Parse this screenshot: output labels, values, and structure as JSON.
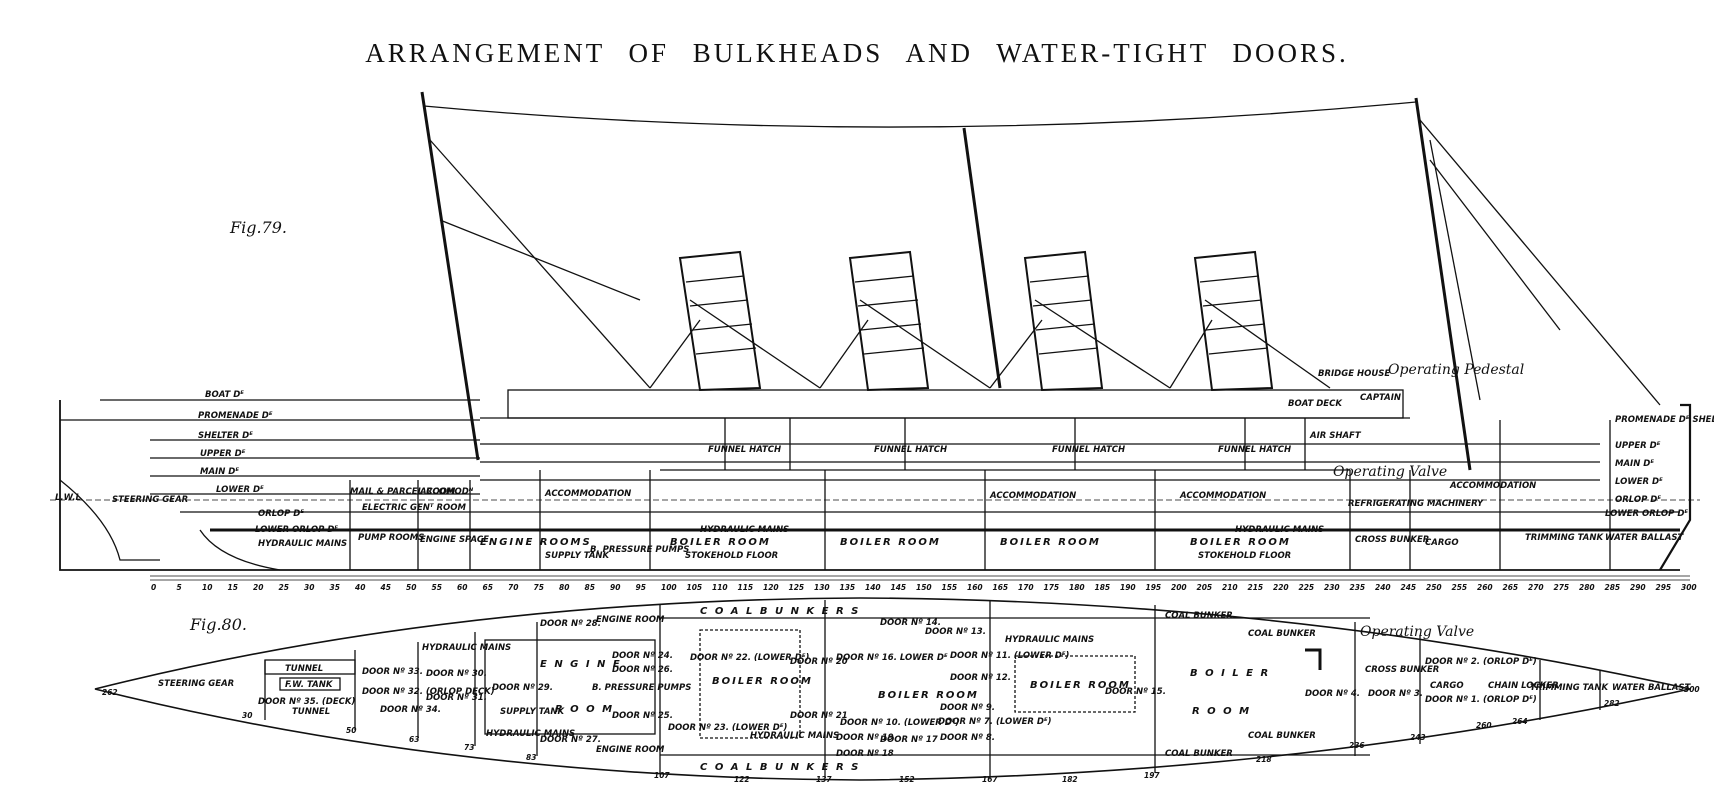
{
  "title": "ARRANGEMENT OF BULKHEADS AND WATER-TIGHT DOORS.",
  "fig79": {
    "label": "Fig.79.",
    "decks": [
      "BOAT Dᴱ",
      "PROMENADE Dᴱ",
      "SHELTER Dᴱ",
      "UPPER Dᴱ",
      "MAIN Dᴱ",
      "LOWER Dᴱ",
      "ORLOP Dᴱ",
      "LOWER ORLOP Dᴱ"
    ],
    "decks_fwd": [
      "PROMENADE Dᴱ SHELTER Dᴱ",
      "UPPER Dᴱ",
      "MAIN Dᴱ",
      "LOWER Dᴱ",
      "ORLOP Dᴱ",
      "LOWER ORLOP Dᴱ"
    ],
    "lwl": "L.W.L",
    "steering_gear": "STEERING GEAR",
    "hydraulic_mains_aft": "HYDRAULIC MAINS",
    "mail_room": "MAIL & PARCEL ROOM",
    "electric_room": "ELECTRIC GENᵀ ROOM",
    "accomodn_aft": "ACCOMODᴺ",
    "accommodation": "ACCOMMODATION",
    "accommodation_mid": "ACCOMMODATION",
    "accommodation_fwd": "ACCOMMODATION",
    "accommodation_bow": "ACCOMMODATION",
    "pump_rooms": "PUMP ROOMS",
    "engine_space": "ENGINE SPACE",
    "engine_rooms": "ENGINE ROOMS",
    "supply_tank": "SUPPLY TANK",
    "pumps": "B. PRESSURE PUMPS",
    "boiler_room": "BOILER ROOM",
    "hydraulic_mains": "HYDRAULIC MAINS",
    "stokehold_floor": "STOKEHOLD FLOOR",
    "funnel_hatch": "FUNNEL HATCH",
    "bridge_house": "BRIDGE HOUSE",
    "captain": "CAPTAIN",
    "boat_deck": "BOAT DECK",
    "air_shaft": "AIR SHAFT",
    "refrigerating": "REFRIGERATING MACHINERY",
    "cross_bunker": "CROSS BUNKER",
    "cargo": "CARGO",
    "trimming_tank": "TRIMMING TANK",
    "water_ballast": "WATER BALLAST",
    "operating_pedestal": "Operating Pedestal",
    "operating_valve": "Operating Valve",
    "frame_numbers": [
      "0",
      "5",
      "10",
      "15",
      "20",
      "25",
      "30",
      "35",
      "40",
      "45",
      "50",
      "55",
      "60",
      "65",
      "70",
      "75",
      "80",
      "85",
      "90",
      "95",
      "100",
      "105",
      "110",
      "115",
      "120",
      "125",
      "130",
      "135",
      "140",
      "145",
      "150",
      "155",
      "160",
      "165",
      "170",
      "175",
      "180",
      "185",
      "190",
      "195",
      "200",
      "205",
      "210",
      "215",
      "220",
      "225",
      "230",
      "235",
      "240",
      "245",
      "250",
      "255",
      "260",
      "265",
      "270",
      "275",
      "280",
      "285",
      "290",
      "295",
      "300"
    ]
  },
  "fig80": {
    "label": "Fig.80.",
    "steering_gear": "STEERING GEAR",
    "tunnel": "TUNNEL",
    "fw_tank": "F.W. TANK",
    "tunnel2": "TUNNEL",
    "door35": "DOOR Nº 35. (DECK)",
    "door33": "DOOR Nº 33.",
    "door32": "DOOR Nº 32. (ORLOP DECK)",
    "door30": "DOOR Nº 30.",
    "door31": "DOOR Nº 31.",
    "door34": "DOOR Nº 34.",
    "door29": "DOOR Nº 29.",
    "door28": "DOOR Nº 28.",
    "door27": "DOOR Nº 27.",
    "door26": "DOOR Nº 26.",
    "door25": "DOOR Nº 25.",
    "door24": "DOOR Nº 24.",
    "door23": "DOOR Nº 23. (LOWER Dᴱ)",
    "door22": "DOOR Nº 22. (LOWER Dᴱ)",
    "door20": "DOOR Nº 20",
    "door21": "DOOR Nº 21",
    "door19": "DOOR Nº 19",
    "door18": "DOOR Nº 18",
    "door17": "DOOR Nº 17",
    "door16": "DOOR Nº 16. LOWER Dᴱ",
    "door14": "DOOR Nº 14.",
    "door13": "DOOR Nº 13.",
    "door12": "DOOR Nº 12.",
    "door11": "DOOR Nº 11. (LOWER Dᴱ)",
    "door10": "DOOR Nº 10. (LOWER Dᴱ)",
    "door9": "DOOR Nº 9.",
    "door8": "DOOR Nº 8.",
    "door7": "DOOR Nº 7. (LOWER Dᴱ)",
    "door15": "DOOR Nº 15.",
    "door4": "DOOR Nº 4.",
    "door3": "DOOR Nº 3.",
    "door2": "DOOR Nº 2. (ORLOP Dᴱ)",
    "door1": "DOOR Nº 1. (ORLOP Dᴱ)",
    "hydraulic_mains_1": "HYDRAULIC MAINS",
    "hydraulic_mains_2": "HYDRAULIC MAINS",
    "hydraulic_mains_3": "HYDRAULIC MAINS",
    "hydraulic_mains_4": "HYDRAULIC MAINS",
    "engine": "E N G I N E",
    "room": "R O O M",
    "engine_room_top": "ENGINE ROOM",
    "engine_room_bottom": "ENGINE ROOM",
    "supply_tank": "SUPPLY TANK",
    "pumps": "B. PRESSURE PUMPS",
    "boiler_room": "BOILER ROOM",
    "boiler": "B O I L E R",
    "room2": "R O O M",
    "coal_bunkers_top": "C O A L   B U N K E R S",
    "coal_bunkers_bottom": "C O A L   B U N K E R S",
    "coal_bunker": "COAL BUNKER",
    "cross_bunker": "CROSS BUNKER",
    "cargo": "CARGO",
    "chain_locker": "CHAIN LOCKER",
    "trimming_tank": "TRIMMING TANK",
    "water_ballast": "WATER BALLAST",
    "operating_valve": "Operating Valve",
    "frames": [
      "262",
      "30",
      "50",
      "63",
      "73",
      "83",
      "107",
      "122",
      "137",
      "152",
      "167",
      "182",
      "197",
      "218",
      "236",
      "243",
      "260",
      "264",
      "282",
      "300"
    ]
  }
}
